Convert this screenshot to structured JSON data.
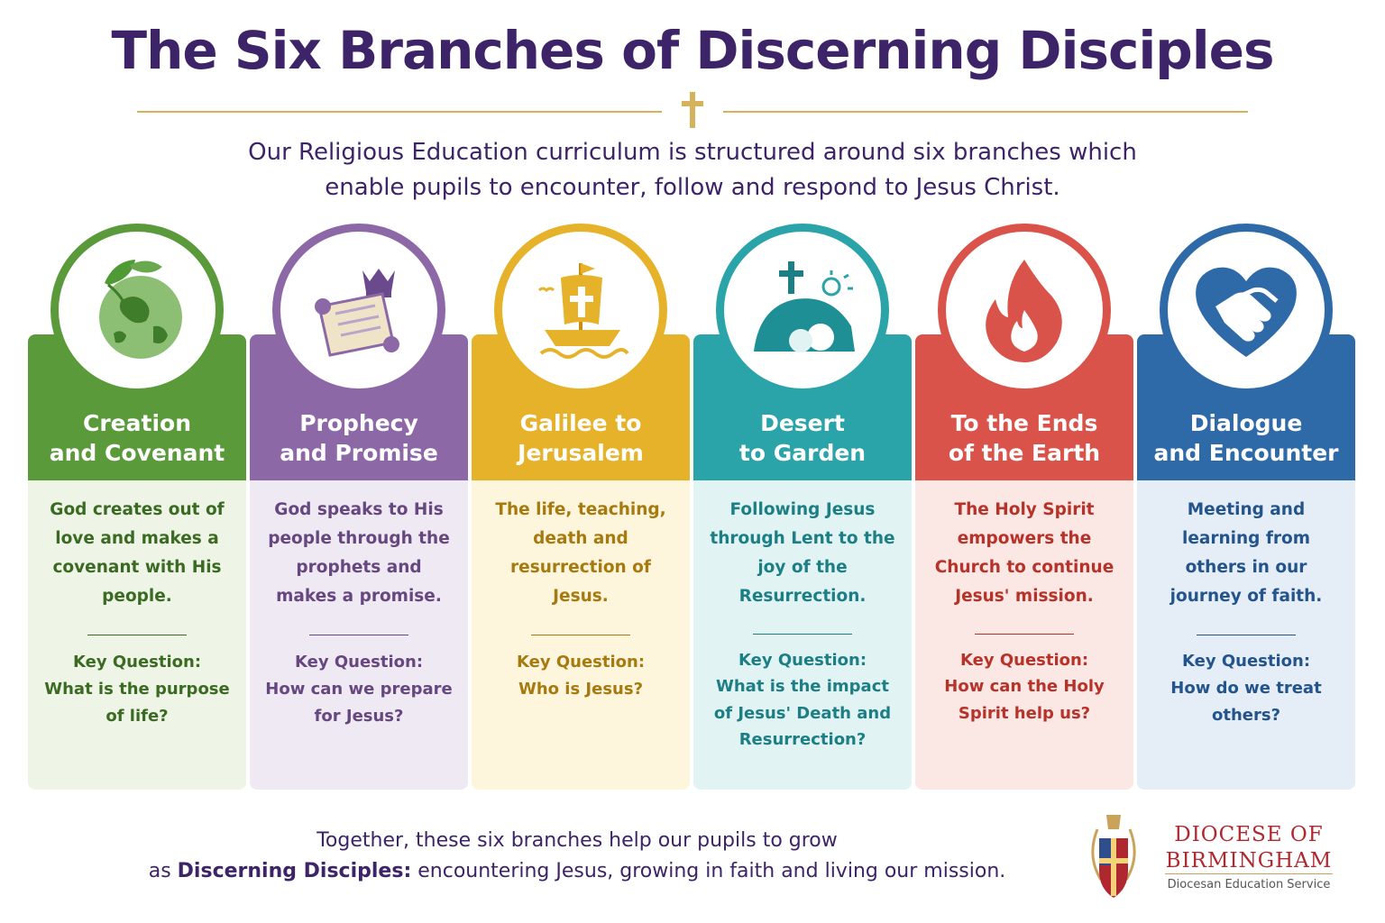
{
  "title": "The Six Branches of Discerning Disciples",
  "intro": {
    "line1": "Our Religious Education curriculum is structured around six branches which",
    "line2": "enable pupils to encounter, follow and respond to Jesus Christ."
  },
  "branches": [
    {
      "name": "Creation\nand Covenant",
      "icon": "globe-with-leaves-icon",
      "color": "#5b9a3a",
      "tint": "#eef4e6",
      "text_color": "#3b6b22",
      "description": "God creates out of love and makes a covenant with His people.",
      "key_question_label": "Key Question:",
      "key_question": "What is the purpose of life?"
    },
    {
      "name": "Prophecy\nand Promise",
      "icon": "scroll-and-crown-icon",
      "color": "#8c69a6",
      "tint": "#efe9f3",
      "text_color": "#66477f",
      "description": "God speaks to His people through the prophets and makes a promise.",
      "key_question_label": "Key Question:",
      "key_question": "How can we prepare for Jesus?"
    },
    {
      "name": "Galilee to\nJerusalem",
      "icon": "boat-with-cross-sail-icon",
      "color": "#e6b22a",
      "tint": "#fdf5dc",
      "text_color": "#a77a10",
      "description": "The life, teaching, death and resurrection of Jesus.",
      "key_question_label": "Key Question:",
      "key_question": "Who is Jesus?"
    },
    {
      "name": "Desert\nto Garden",
      "icon": "empty-tomb-and-cross-icon",
      "color": "#2aa3a9",
      "tint": "#e2f3f3",
      "text_color": "#1c7f85",
      "description": "Following Jesus through Lent to the joy of the Resurrection.",
      "key_question_label": "Key Question:",
      "key_question": "What is the impact of Jesus' Death and Resurrection?"
    },
    {
      "name": "To the Ends\nof the Earth",
      "icon": "flame-icon",
      "color": "#d9534b",
      "tint": "#fbe7e4",
      "text_color": "#b73229",
      "description": "The Holy Spirit empowers the Church to continue Jesus' mission.",
      "key_question_label": "Key Question:",
      "key_question": "How can the Holy Spirit help us?"
    },
    {
      "name": "Dialogue\nand Encounter",
      "icon": "handshake-heart-icon",
      "color": "#2f6aa8",
      "tint": "#e5edf6",
      "text_color": "#23548c",
      "description": "Meeting and learning from others in our journey of faith.",
      "key_question_label": "Key Question:",
      "key_question": "How do we treat others?"
    }
  ],
  "footer": {
    "line1": "Together, these six branches help our pupils to grow",
    "line2_prefix": "as ",
    "line2_bold": "Discerning Disciples:",
    "line2_rest": " encountering Jesus, growing in faith and living our mission."
  },
  "logo": {
    "line1": "DIOCESE OF",
    "line2": "BIRMINGHAM",
    "subtitle": "Diocesan Education Service",
    "icon": "diocese-crest-icon"
  }
}
